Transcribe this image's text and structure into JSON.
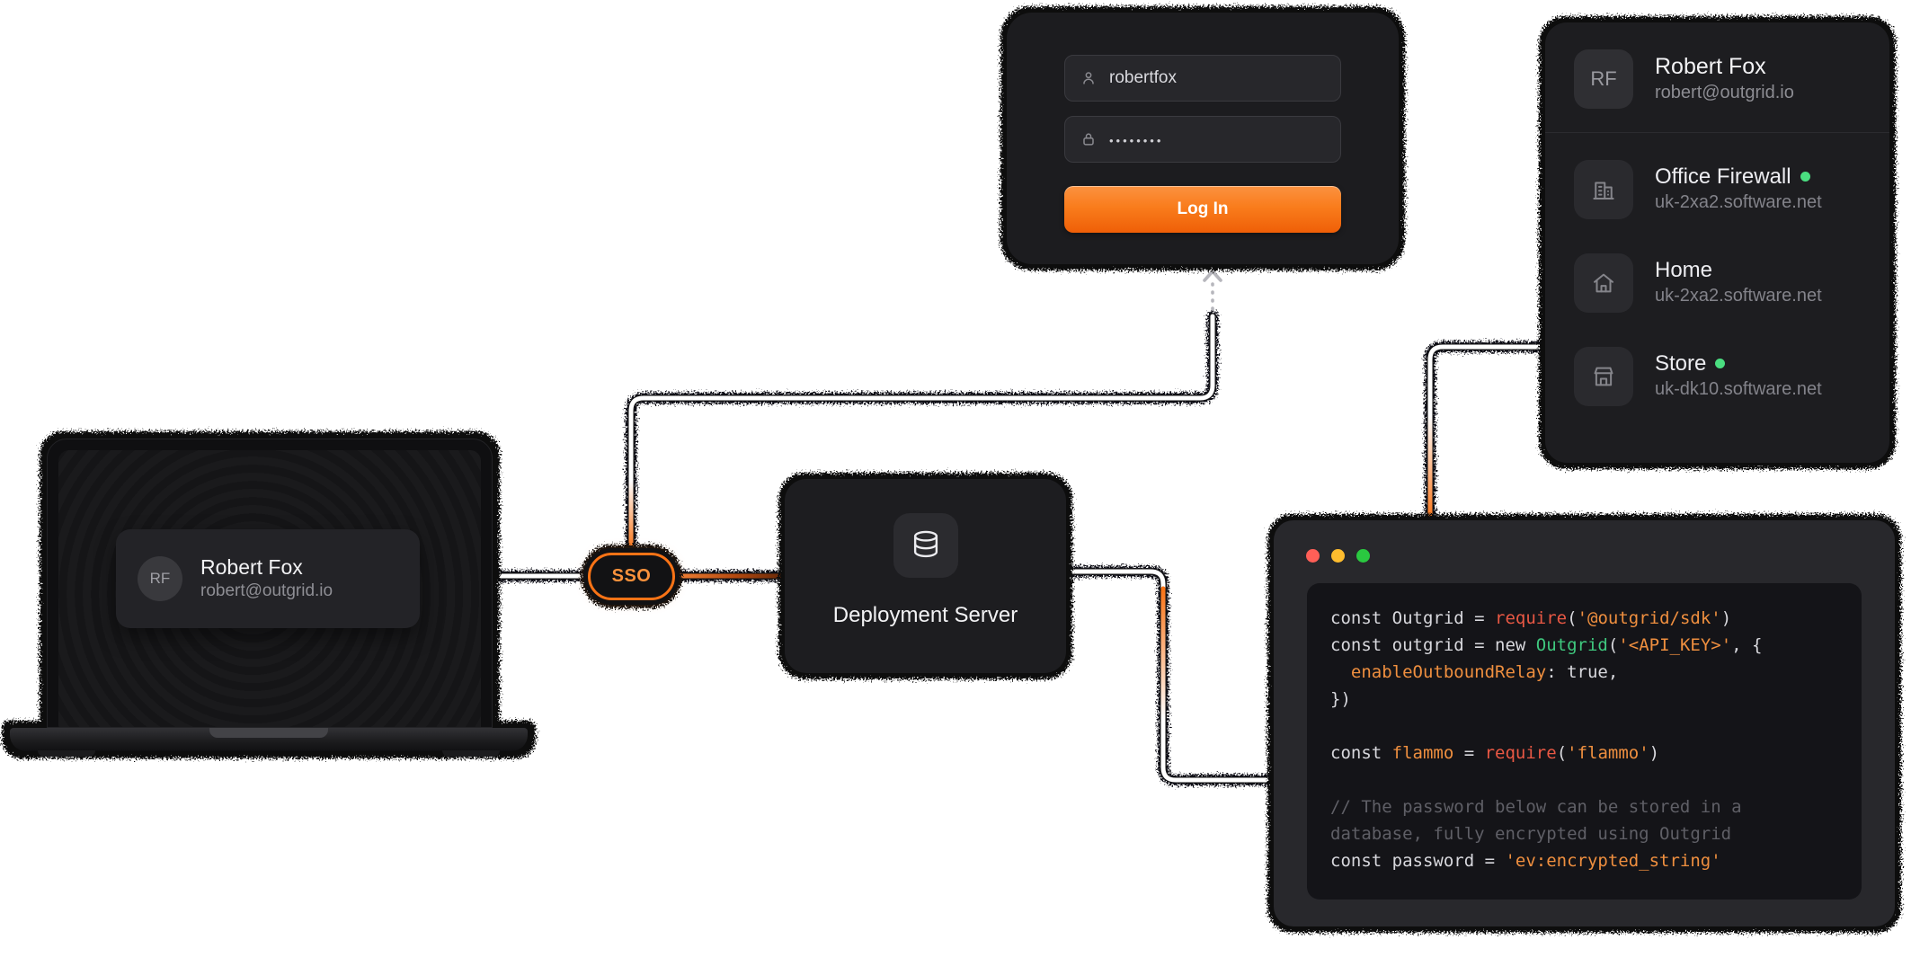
{
  "laptop": {
    "user_card": {
      "initials": "RF",
      "name": "Robert Fox",
      "email": "robert@outgrid.io"
    }
  },
  "sso": {
    "label": "SSO"
  },
  "server": {
    "label": "Deployment Server",
    "icon": "database-icon"
  },
  "login": {
    "username_value": "robertfox",
    "password_value_masked": "••••••••",
    "button_label": "Log In"
  },
  "user_panel": {
    "initials": "RF",
    "name": "Robert Fox",
    "email": "robert@outgrid.io",
    "devices": [
      {
        "name": "Office Firewall",
        "host": "uk-2xa2.software.net",
        "status": "online",
        "icon": "office-building-icon"
      },
      {
        "name": "Home",
        "host": "uk-2xa2.software.net",
        "status": "none",
        "icon": "home-icon"
      },
      {
        "name": "Store",
        "host": "uk-dk10.software.net",
        "status": "online",
        "icon": "store-icon"
      }
    ]
  },
  "code": {
    "traffic_lights": [
      "#ff5f57",
      "#febc2e",
      "#2ac840"
    ],
    "lines": [
      [
        {
          "t": "const Outgrid = ",
          "c": "plain"
        },
        {
          "t": "require",
          "c": "fn"
        },
        {
          "t": "(",
          "c": "plain"
        },
        {
          "t": "'@outgrid/sdk'",
          "c": "str"
        },
        {
          "t": ")",
          "c": "plain"
        }
      ],
      [
        {
          "t": "const outgrid = new ",
          "c": "plain"
        },
        {
          "t": "Outgrid",
          "c": "cls"
        },
        {
          "t": "(",
          "c": "plain"
        },
        {
          "t": "'<API_KEY>'",
          "c": "str"
        },
        {
          "t": ", {",
          "c": "plain"
        }
      ],
      [
        {
          "t": "  ",
          "c": "plain"
        },
        {
          "t": "enableOutboundRelay",
          "c": "str"
        },
        {
          "t": ": true,",
          "c": "plain"
        }
      ],
      [
        {
          "t": "})",
          "c": "plain"
        }
      ],
      [],
      [
        {
          "t": "const ",
          "c": "plain"
        },
        {
          "t": "flammo",
          "c": "str"
        },
        {
          "t": " = ",
          "c": "plain"
        },
        {
          "t": "require",
          "c": "fn"
        },
        {
          "t": "(",
          "c": "plain"
        },
        {
          "t": "'flammo'",
          "c": "str"
        },
        {
          "t": ")",
          "c": "plain"
        }
      ],
      [],
      [
        {
          "t": "// The password below can be stored in a",
          "c": "comment"
        }
      ],
      [
        {
          "t": "database, fully encrypted using Outgrid",
          "c": "comment"
        }
      ],
      [
        {
          "t": "const password = ",
          "c": "plain"
        },
        {
          "t": "'ev:encrypted_string'",
          "c": "str"
        }
      ]
    ]
  },
  "colors": {
    "accent_orange": "#f97316",
    "online_green": "#4ade80",
    "connector_white": "#ffffff"
  }
}
